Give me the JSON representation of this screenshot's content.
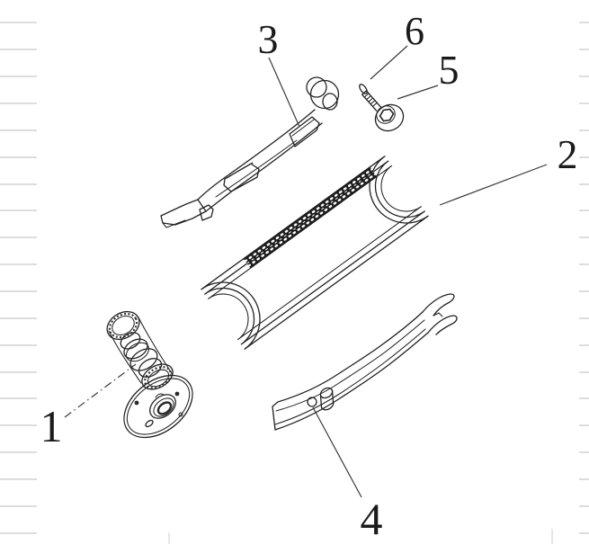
{
  "diagram": {
    "kind": "exploded-parts-diagram",
    "subject": "cam chain and guide assembly",
    "colors": {
      "background": "#ffffff",
      "line": "#222222",
      "gridline": "#c5c9c5",
      "chain_band": "#1d1d1d"
    },
    "callouts": [
      {
        "number": "1",
        "part": "camshaft-sprocket-assembly"
      },
      {
        "number": "2",
        "part": "cam-chain"
      },
      {
        "number": "3",
        "part": "upper-chain-guide"
      },
      {
        "number": "4",
        "part": "lower-chain-guide"
      },
      {
        "number": "5",
        "part": "flange-bolt"
      },
      {
        "number": "6",
        "part": "o-ring"
      }
    ]
  }
}
